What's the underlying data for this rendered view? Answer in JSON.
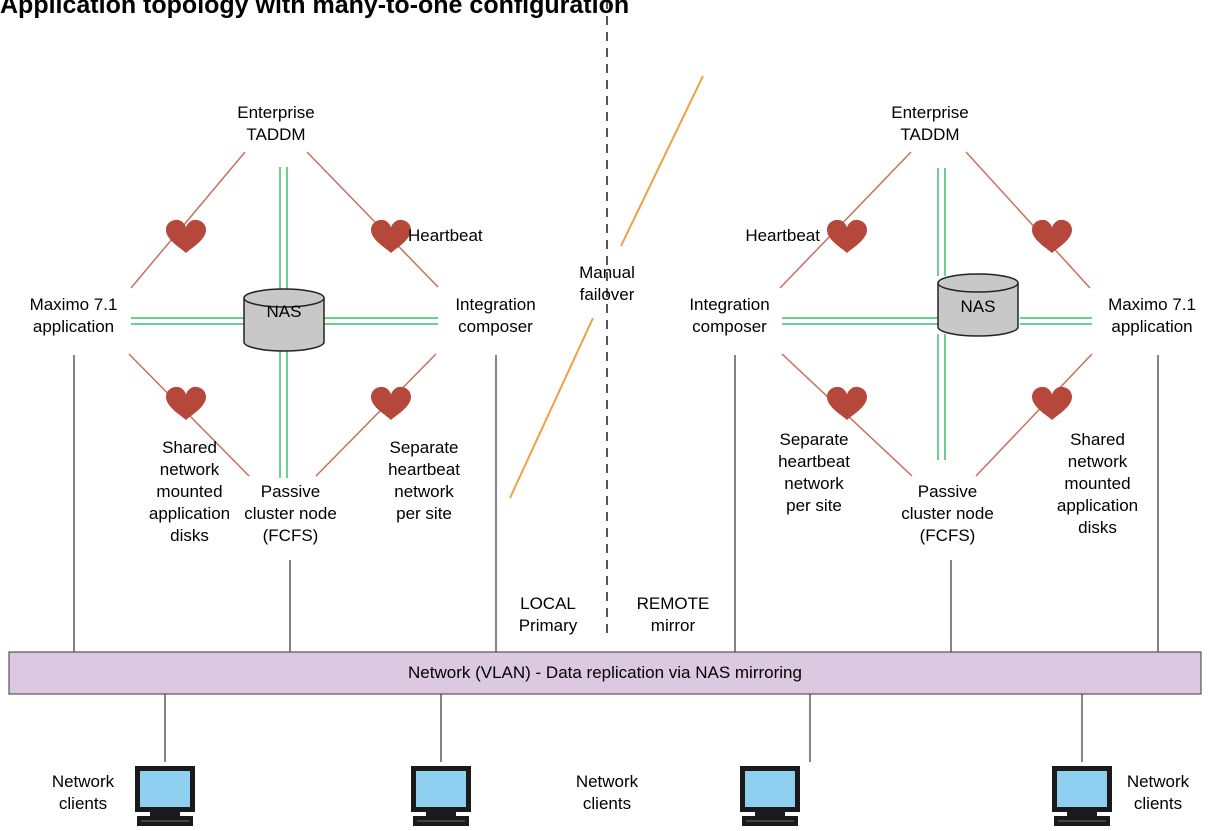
{
  "title": "Application topology with many-to-one configuration",
  "colors": {
    "heart": "#b5483a",
    "heartbeat_line": "#c8705e",
    "nas_link": "#3fbf6a",
    "failover_line": "#f0a040",
    "network_bar": "#dcc8e0",
    "network_border": "#555555",
    "nas_fill": "#c8c8c8",
    "screen": "#8ecff0"
  },
  "sites": {
    "local": {
      "enterprise": "Enterprise\nTADDM",
      "left_node": "Maximo 7.1\napplication",
      "right_node": "Integration\ncomposer",
      "passive_node": "Passive\ncluster node\n(FCFS)",
      "nas": "NAS",
      "heartbeat": "Heartbeat",
      "shared_disks": "Shared\nnetwork\nmounted\napplication\ndisks",
      "separate_network": "Separate\nheartbeat\nnetwork\nper site",
      "site_label": "LOCAL\nPrimary"
    },
    "remote": {
      "enterprise": "Enterprise\nTADDM",
      "left_node": "Integration\ncomposer",
      "right_node": "Maximo 7.1\napplication",
      "passive_node": "Passive\ncluster node\n(FCFS)",
      "nas": "NAS",
      "heartbeat": "Heartbeat",
      "separate_network": "Separate\nheartbeat\nnetwork\nper site",
      "shared_disks": "Shared\nnetwork\nmounted\napplication\ndisks",
      "site_label": "REMOTE\nmirror"
    }
  },
  "failover": "Manual\nfailover",
  "network": "Network (VLAN) - Data replication via NAS mirroring",
  "clients": {
    "c1": "Network\nclients",
    "c2": "Network\nclients",
    "c3": "Network\nclients"
  },
  "icons": [
    "heart-icon",
    "database-cylinder-icon",
    "computer-monitor-icon"
  ]
}
